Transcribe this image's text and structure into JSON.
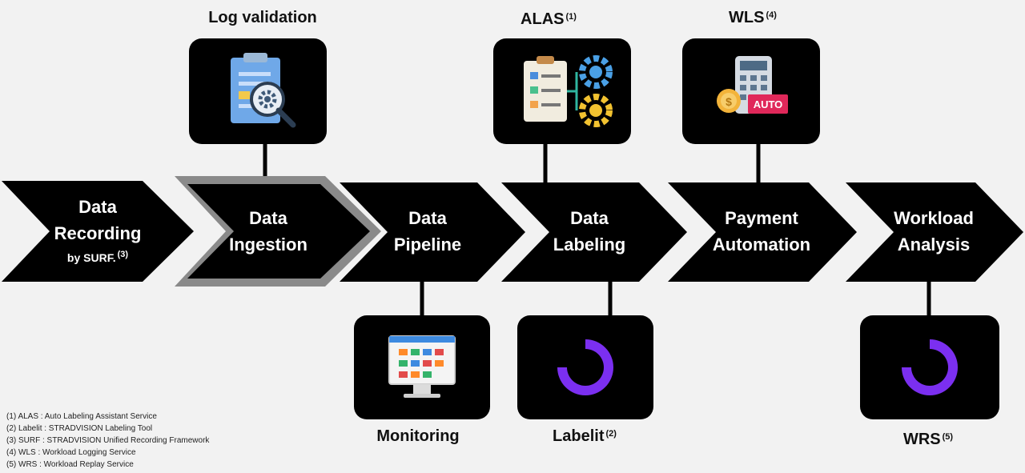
{
  "stages": [
    {
      "id": "data-recording",
      "label": "Data\nRecording",
      "sub": "by SURF.",
      "sub_ref": "(3)",
      "highlighted": false
    },
    {
      "id": "data-ingestion",
      "label": "Data\nIngestion",
      "highlighted": true
    },
    {
      "id": "data-pipeline",
      "label": "Data\nPipeline",
      "highlighted": false
    },
    {
      "id": "data-labeling",
      "label": "Data\nLabeling",
      "highlighted": false
    },
    {
      "id": "payment-automation",
      "label": "Payment\nAutomation",
      "highlighted": false
    },
    {
      "id": "workload-analysis",
      "label": "Workload\nAnalysis",
      "highlighted": false
    }
  ],
  "tools": {
    "log_validation": {
      "label": "Log validation",
      "ref": "",
      "icon": "clipboard-magnifier-gear-icon"
    },
    "alas": {
      "label": "ALAS",
      "ref": "(1)",
      "icon": "checklist-gears-icon"
    },
    "wls": {
      "label": "WLS",
      "ref": "(4)",
      "icon": "calculator-coin-auto-icon",
      "badge": "AUTO"
    },
    "monitoring": {
      "label": "Monitoring",
      "ref": "",
      "icon": "monitor-dashboard-icon"
    },
    "labelit": {
      "label": "Labelit",
      "ref": "(2)",
      "icon": "labelit-logo-icon"
    },
    "wrs": {
      "label": "WRS",
      "ref": "(5)",
      "icon": "wrs-logo-icon"
    }
  },
  "legend": [
    "(1) ALAS : Auto Labeling Assistant Service",
    "(2) Labelit : STRADVISION Labeling Tool",
    "(3) SURF : STRADVISION Unified Recording Framework",
    "(4) WLS : Workload Logging Service",
    "(5) WRS : Workload Replay Service"
  ],
  "colors": {
    "chevron": "#000000",
    "highlight_border": "#8a8a8a",
    "logo_purple": "#7b2ff0",
    "background": "#f2f2f2"
  }
}
